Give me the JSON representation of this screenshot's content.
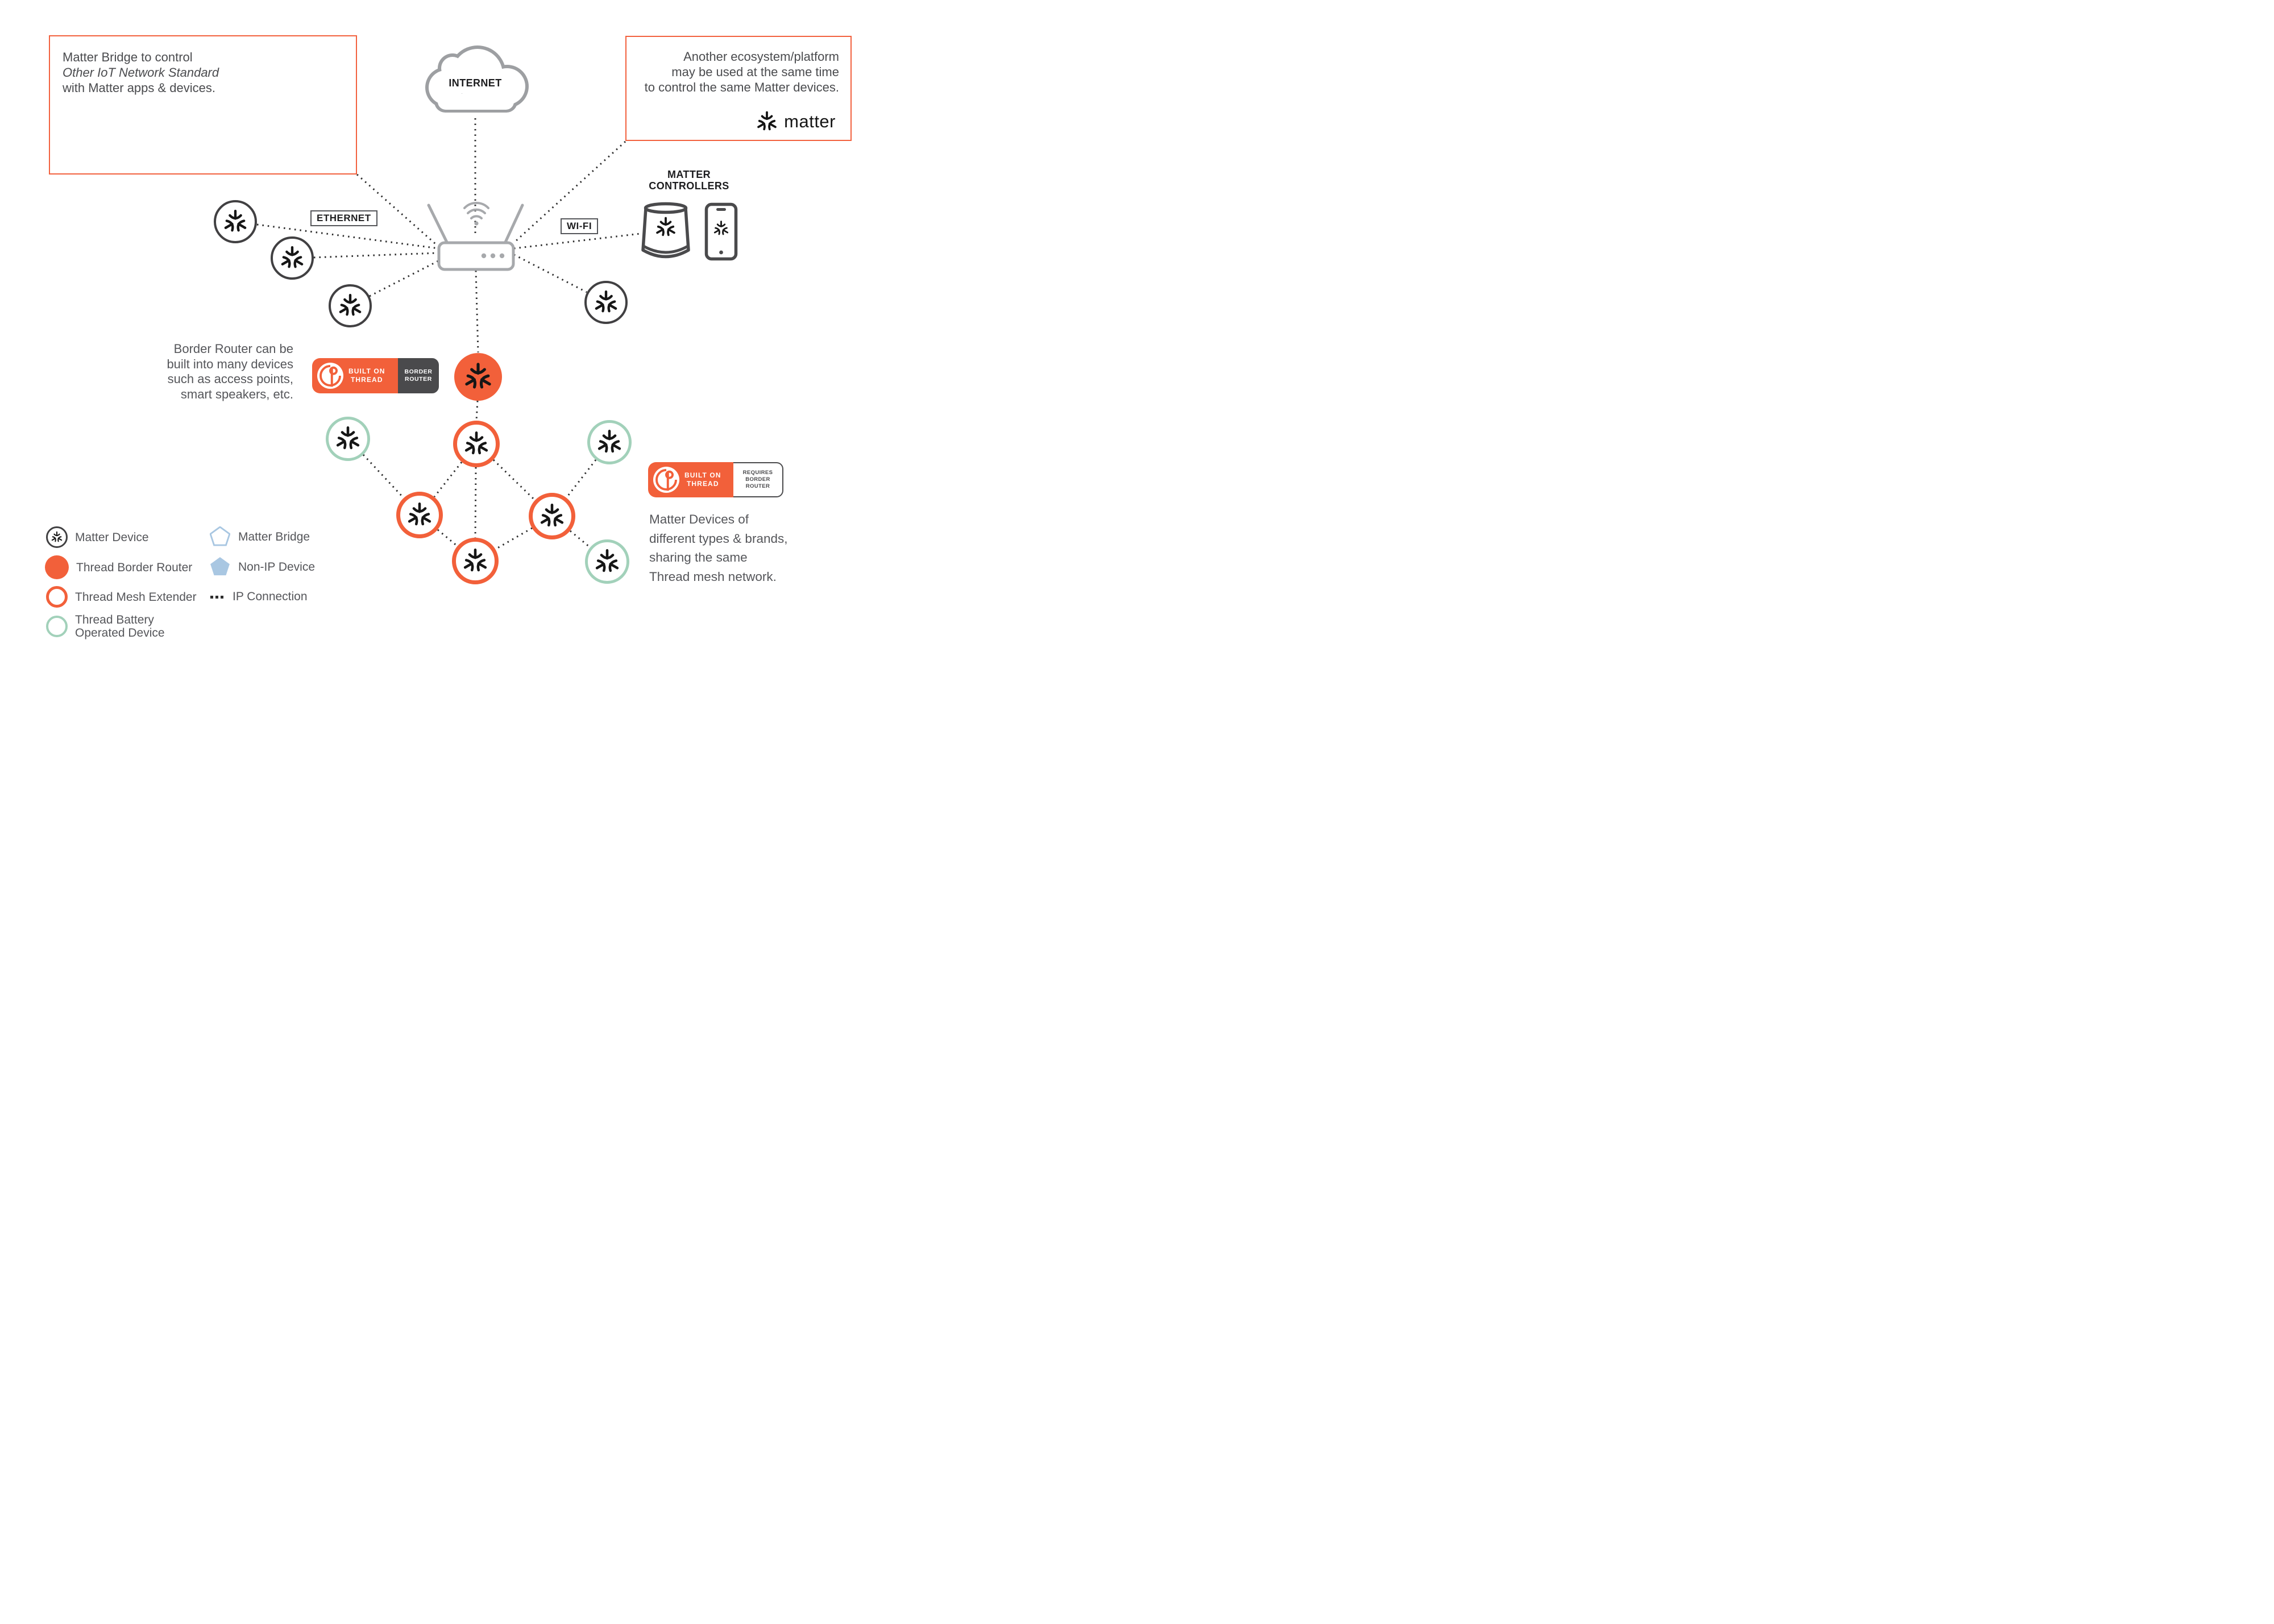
{
  "colors": {
    "accent_orange": "#f2603a",
    "badge_dark": "#4a4a4c",
    "mesh_green": "#a2d1ba",
    "bridge_blue": "#a9c7e2",
    "device_dark": "#414042",
    "router_gray": "#a7a9ac",
    "text_gray": "#55565a",
    "wire_dark": "#2e2e2e"
  },
  "notes": {
    "bridge": {
      "lines": [
        "Matter Bridge to control",
        "Other IoT Network Standard",
        "with Matter apps & devices."
      ]
    },
    "ecosystem": {
      "lines": [
        "Another ecosystem/platform",
        "may be used at the same time",
        "to control the same Matter devices."
      ],
      "brand": "matter"
    }
  },
  "labels": {
    "internet": "INTERNET",
    "ethernet": "ETHERNET",
    "wifi": "WI-FI",
    "controllers": [
      "MATTER",
      "CONTROLLERS"
    ]
  },
  "captions": {
    "border_router": [
      "Border Router can be",
      "built into many devices",
      "such as access points,",
      "smart speakers, etc."
    ],
    "mesh": [
      "Matter Devices of",
      "different types & brands,",
      "sharing the same",
      "Thread mesh network."
    ]
  },
  "badges": {
    "built_on": [
      "BUILT ON",
      "THREAD"
    ],
    "border_router": [
      "BORDER",
      "ROUTER"
    ],
    "requires": [
      "REQUIRES",
      "BORDER",
      "ROUTER"
    ]
  },
  "legend": {
    "left": [
      {
        "icon": "matter-device-icon",
        "label": "Matter Device"
      },
      {
        "icon": "thread-border-router-icon",
        "label": "Thread Border Router"
      },
      {
        "icon": "thread-mesh-extender-icon",
        "label": "Thread Mesh Extender"
      },
      {
        "icon": "thread-battery-device-icon",
        "label": "Thread Battery",
        "label2": "Operated Device"
      }
    ],
    "right": [
      {
        "icon": "matter-bridge-icon",
        "label": "Matter Bridge"
      },
      {
        "icon": "non-ip-device-icon",
        "label": "Non-IP Device"
      },
      {
        "icon": "ip-connection-icon",
        "label": "IP Connection"
      }
    ]
  }
}
